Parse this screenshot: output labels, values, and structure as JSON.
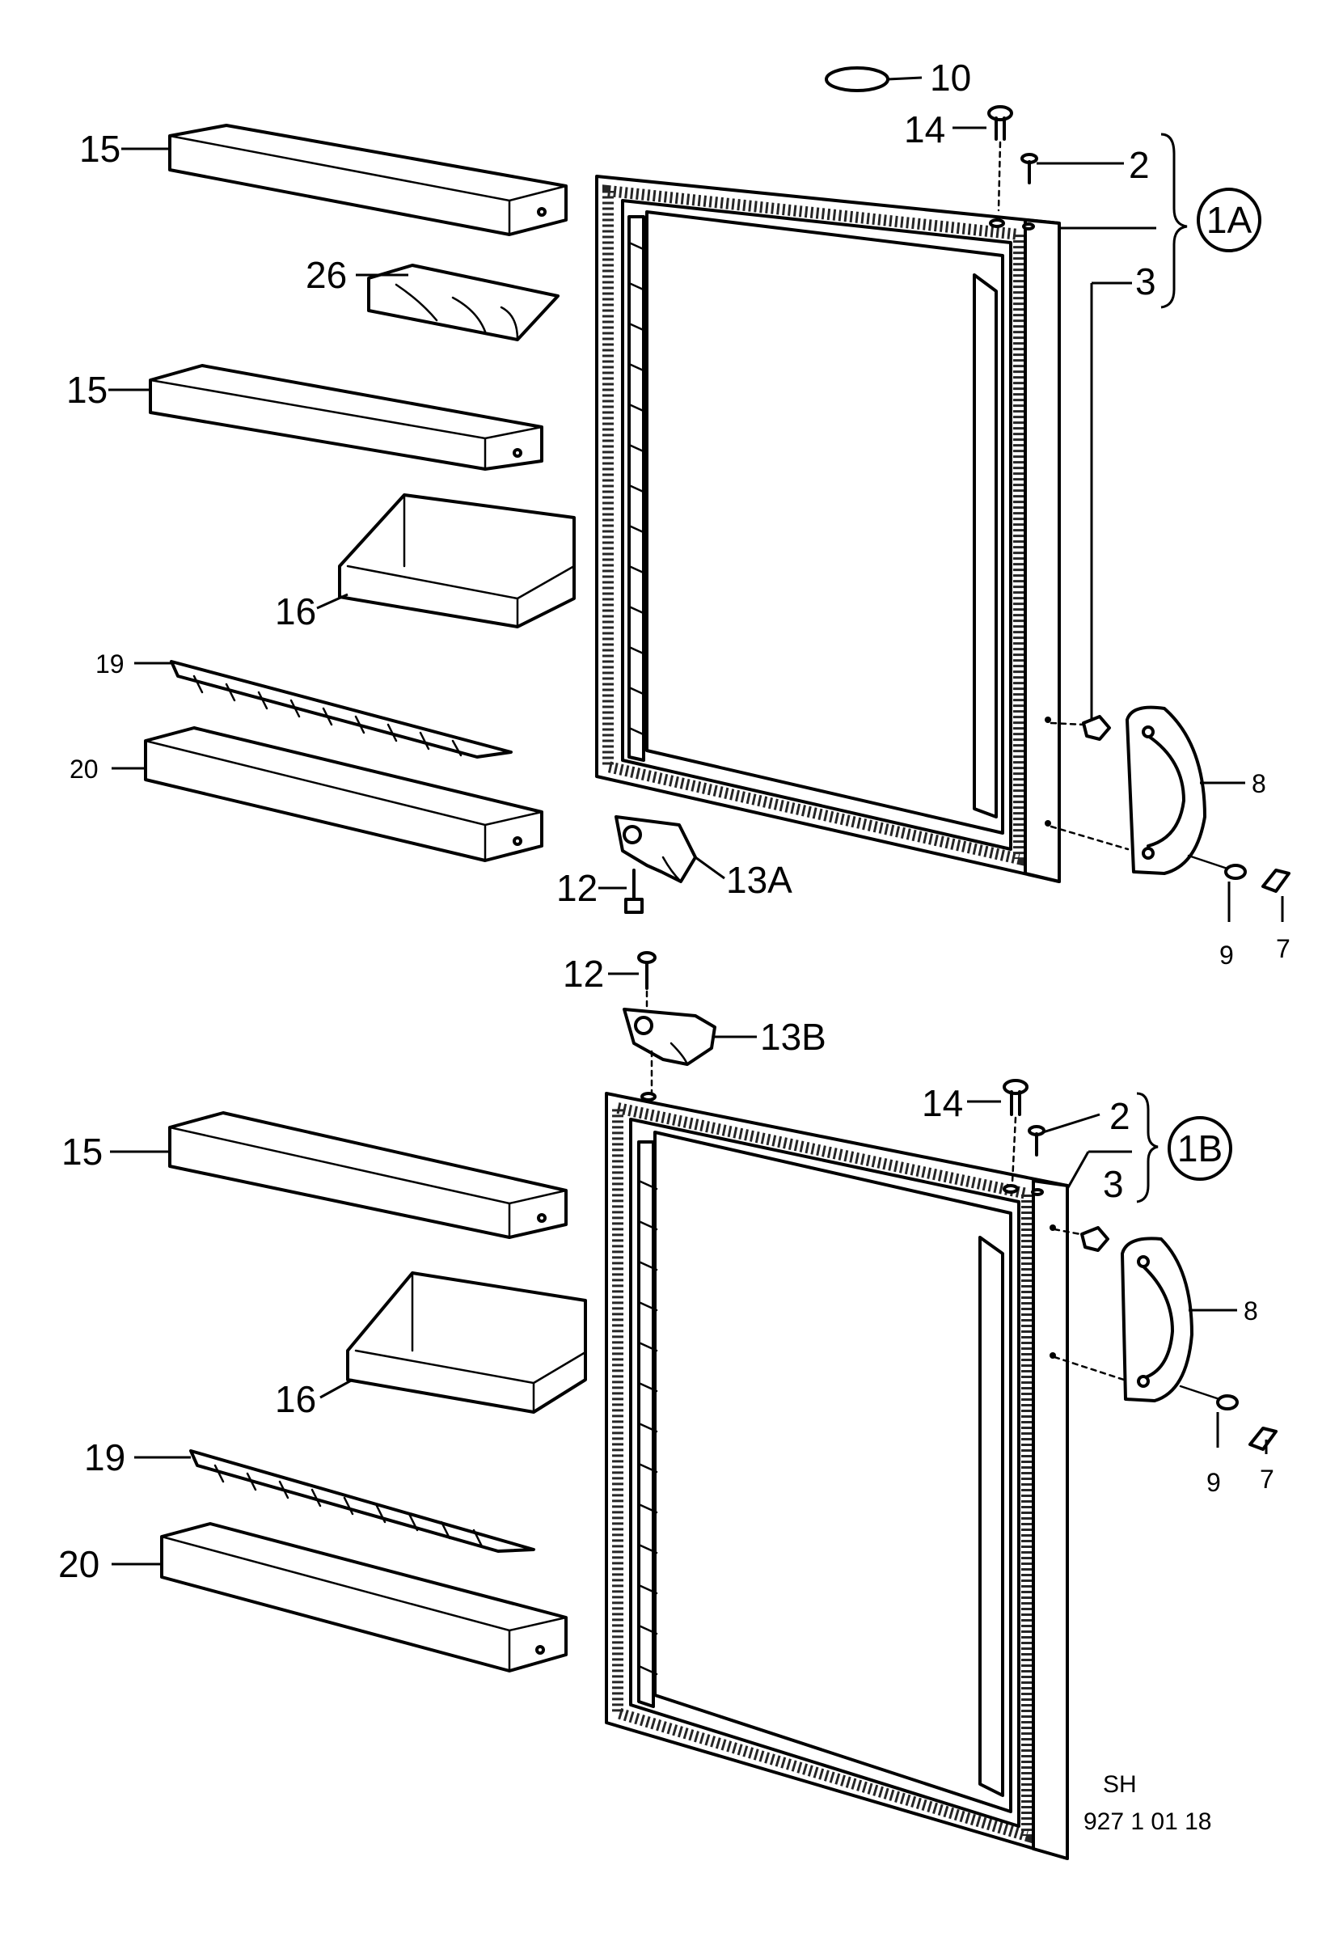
{
  "door_upper": {
    "assembly": "1A",
    "labels": {
      "p10": "10",
      "p14": "14",
      "p2": "2",
      "p3": "3",
      "p15a": "15",
      "p26": "26",
      "p15b": "15",
      "p16": "16",
      "p19": "19",
      "p20": "20",
      "p8": "8",
      "p12": "12",
      "p13": "13A",
      "p9": "9",
      "p7": "7"
    }
  },
  "door_lower": {
    "assembly": "1B",
    "labels": {
      "p12": "12",
      "p13": "13B",
      "p14": "14",
      "p2": "2",
      "p3": "3",
      "p15": "15",
      "p16": "16",
      "p19": "19",
      "p20": "20",
      "p8": "8",
      "p9": "9",
      "p7": "7"
    }
  },
  "drawing_code": {
    "line1": "SH",
    "line2": "927 1 01 18"
  }
}
